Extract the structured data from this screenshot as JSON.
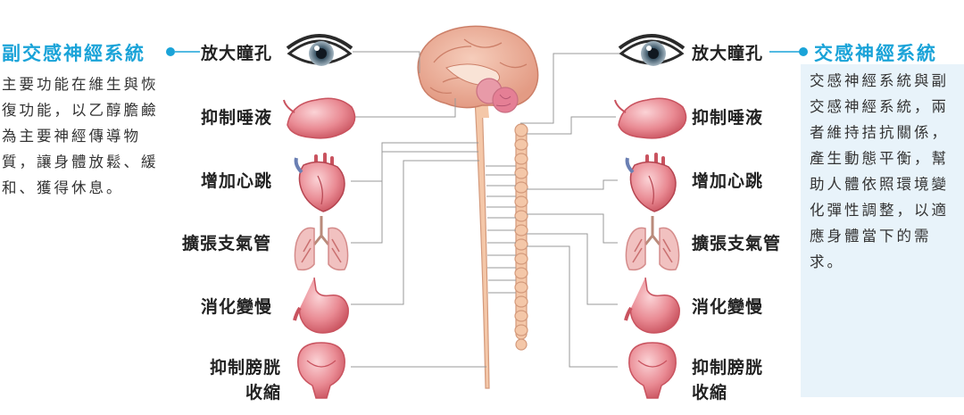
{
  "left": {
    "title": "副交感神經系統",
    "paragraph": "主要功能在維生與恢復功能，以乙醇膽鹼為主要神經傳導物質，讓身體放鬆、緩和、獲得休息。",
    "accent_color": "#1aa3d8",
    "organs": [
      {
        "icon": "eye-icon",
        "label": "放大瞳孔"
      },
      {
        "icon": "salivary-gland-icon",
        "label": "抑制唾液"
      },
      {
        "icon": "heart-icon",
        "label": "增加心跳"
      },
      {
        "icon": "lungs-icon",
        "label": "擴張支氣管"
      },
      {
        "icon": "stomach-icon",
        "label": "消化變慢"
      },
      {
        "icon": "bladder-icon",
        "label": "抑制膀胱\n收縮"
      }
    ]
  },
  "right": {
    "title": "交感神經系統",
    "paragraph": "交感神經系統與副交感神經系統，兩者維持拮抗關係，產生動態平衡，幫助人體依照環境變化彈性調整，以適應身體當下的需求。",
    "accent_color": "#1aa3d8",
    "panel_color": "#e8f3fa",
    "organs": [
      {
        "icon": "eye-icon",
        "label": "放大瞳孔"
      },
      {
        "icon": "salivary-gland-icon",
        "label": "抑制唾液"
      },
      {
        "icon": "heart-icon",
        "label": "增加心跳"
      },
      {
        "icon": "lungs-icon",
        "label": "擴張支氣管"
      },
      {
        "icon": "stomach-icon",
        "label": "消化變慢"
      },
      {
        "icon": "bladder-icon",
        "label": "抑制膀胱\n收縮"
      }
    ]
  },
  "center": {
    "brain_icon": "brain-icon",
    "spinal_cord_icon": "spinal-cord-icon",
    "sympathetic_chain_icon": "sympathetic-chain-icon",
    "line_color": "#999999",
    "tissue_color": "#f4c7a8"
  }
}
